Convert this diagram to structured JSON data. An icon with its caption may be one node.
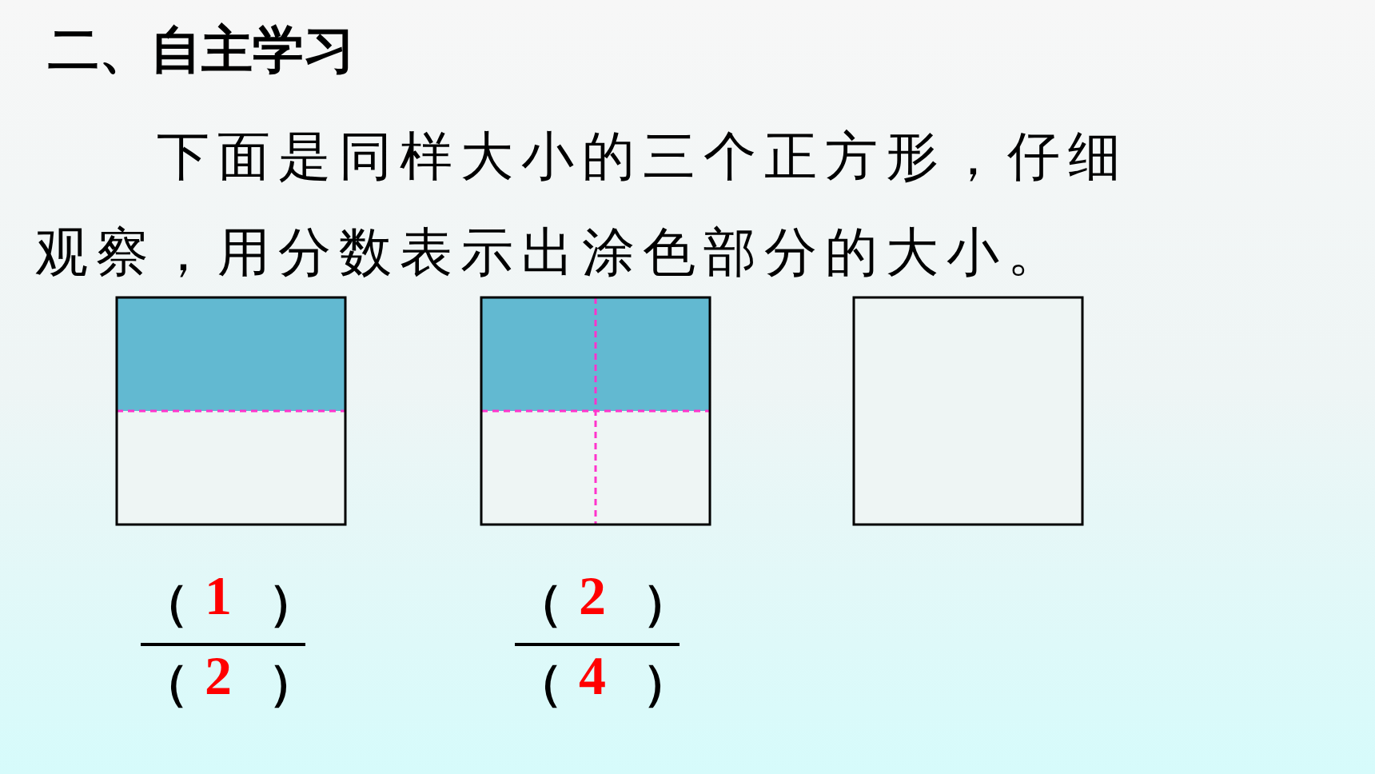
{
  "diagram": {
    "title": "二、自主学习",
    "labels": [
      "下面是同样大小的三个正方形，仔细观察，用分数表示出涂色部分的大小。",
      "（",
      "1",
      "）",
      "（",
      "2",
      "）",
      "（",
      "2",
      "）",
      "（",
      "4",
      "）"
    ]
  }
}
